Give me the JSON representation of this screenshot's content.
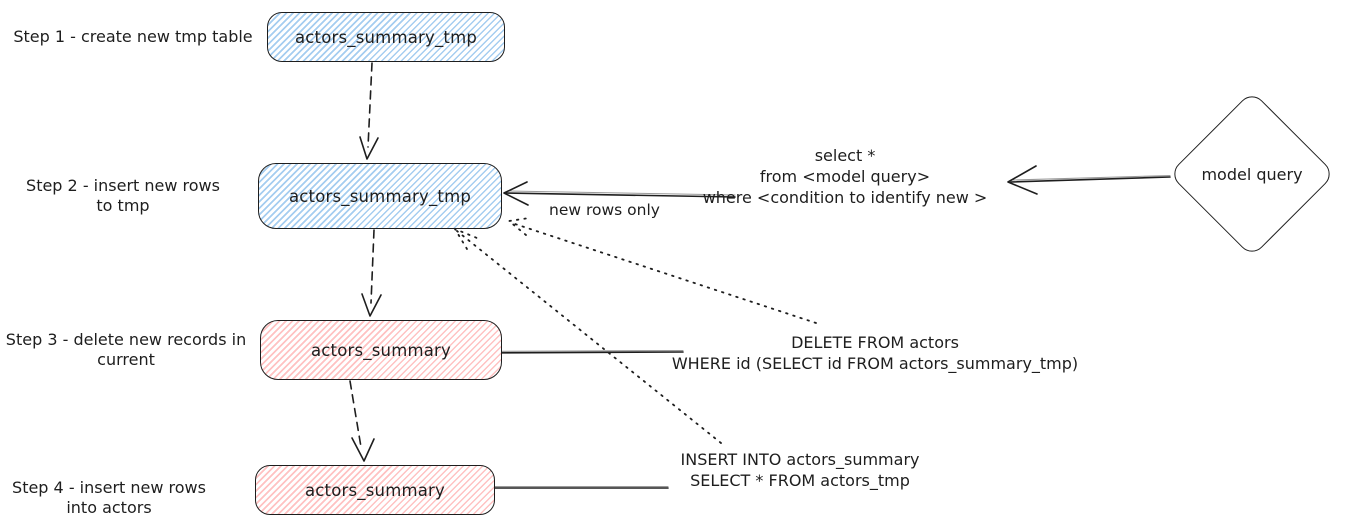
{
  "diagram": {
    "steps": [
      {
        "label": "Step 1 - create new tmp table",
        "node": "actors_summary_tmp",
        "fill": "blue"
      },
      {
        "label": "Step 2 - insert new rows\nto tmp",
        "node": "actors_summary_tmp",
        "fill": "blue"
      },
      {
        "label": "Step 3 - delete new records in\ncurrent",
        "node": "actors_summary",
        "fill": "red"
      },
      {
        "label": "Step 4 - insert new rows\ninto actors",
        "node": "actors_summary",
        "fill": "red"
      }
    ],
    "model_query": {
      "label": "model query",
      "shape": "diamond"
    },
    "annotations": {
      "new_rows_only": "new rows only",
      "select_query": "select *\nfrom <model query>\nwhere <condition to identify new >",
      "delete_query": "DELETE FROM actors\nWHERE id (SELECT id FROM actors_summary_tmp)",
      "insert_query": "INSERT INTO actors_summary\nSELECT * FROM actors_tmp"
    },
    "colors": {
      "stroke": "#1e1e1e",
      "blue_fill": "#a5cdf0",
      "red_fill": "#ffc2c2",
      "background": "#ffffff"
    }
  }
}
